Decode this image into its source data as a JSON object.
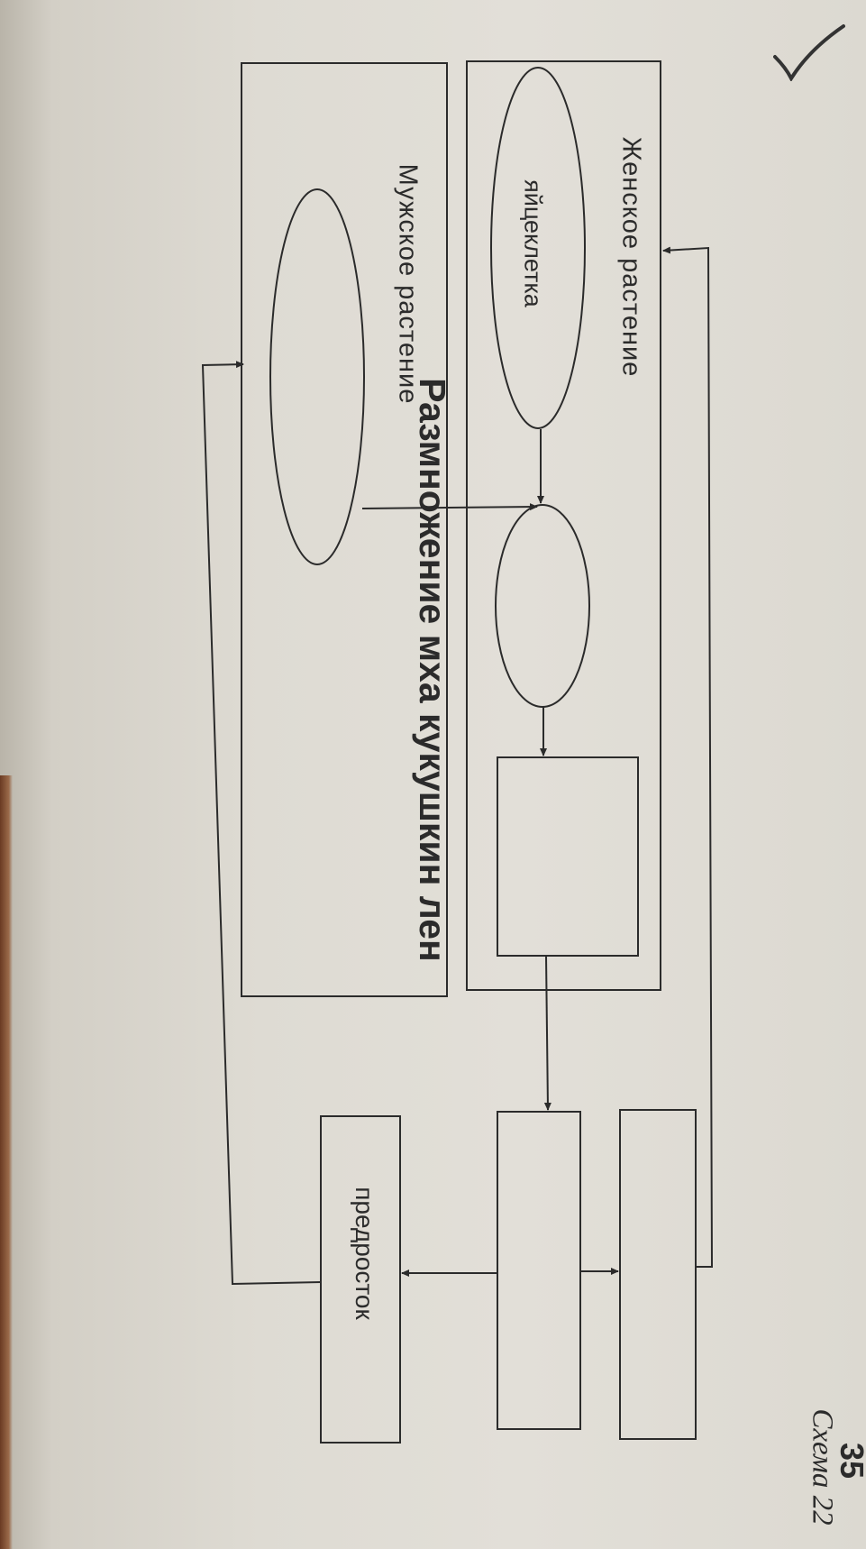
{
  "title": "Размножение мха кукушкин лен",
  "scheme_label": "Схема 22",
  "page_number": "35",
  "female_plant": {
    "label": "Женское растение",
    "egg_label": "яйцеклетка"
  },
  "male_plant": {
    "label": "Мужское растение"
  },
  "protonema_label": "предросток",
  "colors": {
    "ink": "#2b2b2b",
    "paper": "#e0ddd6"
  }
}
